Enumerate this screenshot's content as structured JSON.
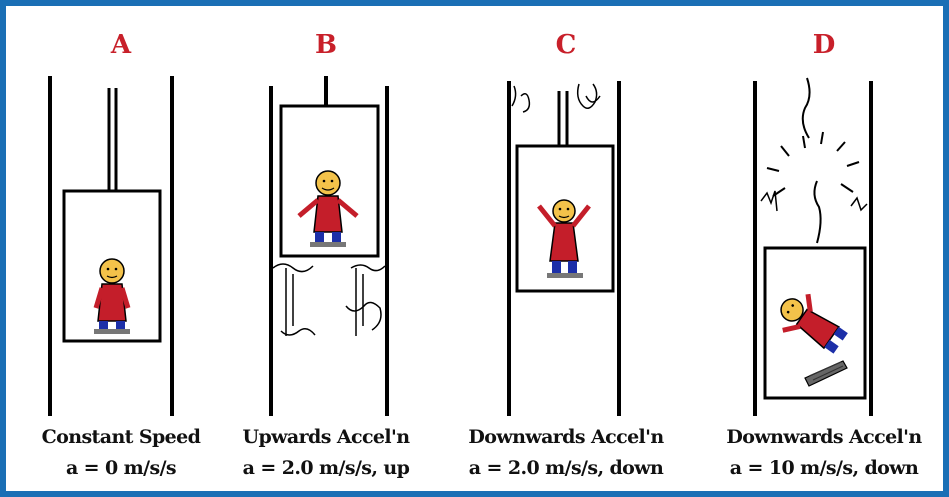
{
  "panels": [
    {
      "letter": "A",
      "caption": "Constant Speed",
      "acceleration": "a = 0 m/s/s"
    },
    {
      "letter": "B",
      "caption": "Upwards Accel'n",
      "acceleration": "a = 2.0 m/s/s, up"
    },
    {
      "letter": "C",
      "caption": "Downwards Accel'n",
      "acceleration": "a = 2.0 m/s/s, down"
    },
    {
      "letter": "D",
      "caption": "Downwards Accel'n",
      "acceleration": "a = 10 m/s/s, down"
    }
  ],
  "colors": {
    "border": "#1a6fb5",
    "letter": "#c8202a",
    "shirt": "#c41e2a",
    "skin": "#f3c24a",
    "feet": "#1c2fa8"
  }
}
